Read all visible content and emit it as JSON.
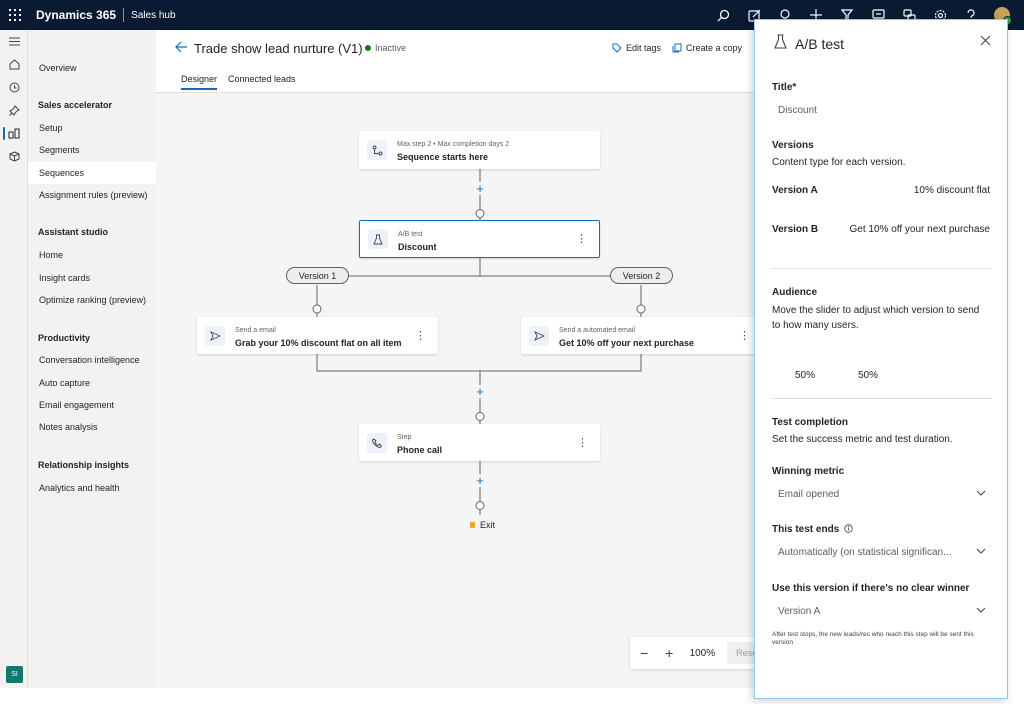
{
  "topbar": {
    "brand": "Dynamics 365",
    "app": "Sales hub"
  },
  "sitemap": {
    "overview": "Overview",
    "sections": [
      {
        "title": "Sales accelerator",
        "items": [
          "Setup",
          "Segments",
          "Sequences",
          "Assignment rules (preview)"
        ]
      },
      {
        "title": "Assistant studio",
        "items": [
          "Home",
          "Insight cards",
          "Optimize ranking (preview)"
        ]
      },
      {
        "title": "Productivity",
        "items": [
          "Conversation intelligence",
          "Auto capture",
          "Email engagement",
          "Notes analysis"
        ]
      },
      {
        "title": "Relationship insights",
        "items": [
          "Analytics and health"
        ]
      }
    ],
    "selected": "Sequences",
    "user_initials": "SI"
  },
  "header": {
    "title": "Trade show lead nurture (V1)",
    "status": "Inactive",
    "actions": {
      "edit_tags": "Edit tags",
      "copy": "Create a copy"
    },
    "tabs": [
      "Designer",
      "Connected leads"
    ]
  },
  "flow": {
    "start": {
      "sub": "Max step 2 • Max completion days 2",
      "main": "Sequence starts here"
    },
    "abtest": {
      "sub": "A/B test",
      "main": "Discount"
    },
    "versions": [
      "Version 1",
      "Version 2"
    ],
    "email_a": {
      "sub": "Send a email",
      "main": "Grab your 10% discount flat on all item"
    },
    "email_b": {
      "sub": "Send a automated email",
      "main": "Get 10% off your next purchase"
    },
    "phone": {
      "sub": "Step",
      "main": "Phone call"
    },
    "exit": "Exit"
  },
  "zoom": {
    "value": "100%",
    "reset": "Reset"
  },
  "panel": {
    "title": "A/B test",
    "title_label": "Title*",
    "title_value": "Discount",
    "versions_label": "Versions",
    "versions_desc": "Content type for each version.",
    "version_a_label": "Version A",
    "version_a_value": "10% discount flat",
    "version_b_label": "Version B",
    "version_b_value": "Get 10% off your next purchase",
    "audience_label": "Audience",
    "audience_desc": "Move the slider to adjust which version to send to how many users.",
    "audience_a": "50%",
    "audience_b": "50%",
    "completion_label": "Test completion",
    "completion_desc": "Set the success metric and test duration.",
    "metric_label": "Winning metric",
    "metric_value": "Email opened",
    "ends_label": "This test ends",
    "ends_value": "Automatically (on statistical significan...",
    "fallback_label": "Use this version if there's no clear winner",
    "fallback_value": "Version A",
    "note": "After test stops, the new leads/rec who reach this step will be sent this version"
  },
  "colors": {
    "accent": "#0f6cbd",
    "topbar": "#0b1a33",
    "active_status": "#107c10"
  }
}
